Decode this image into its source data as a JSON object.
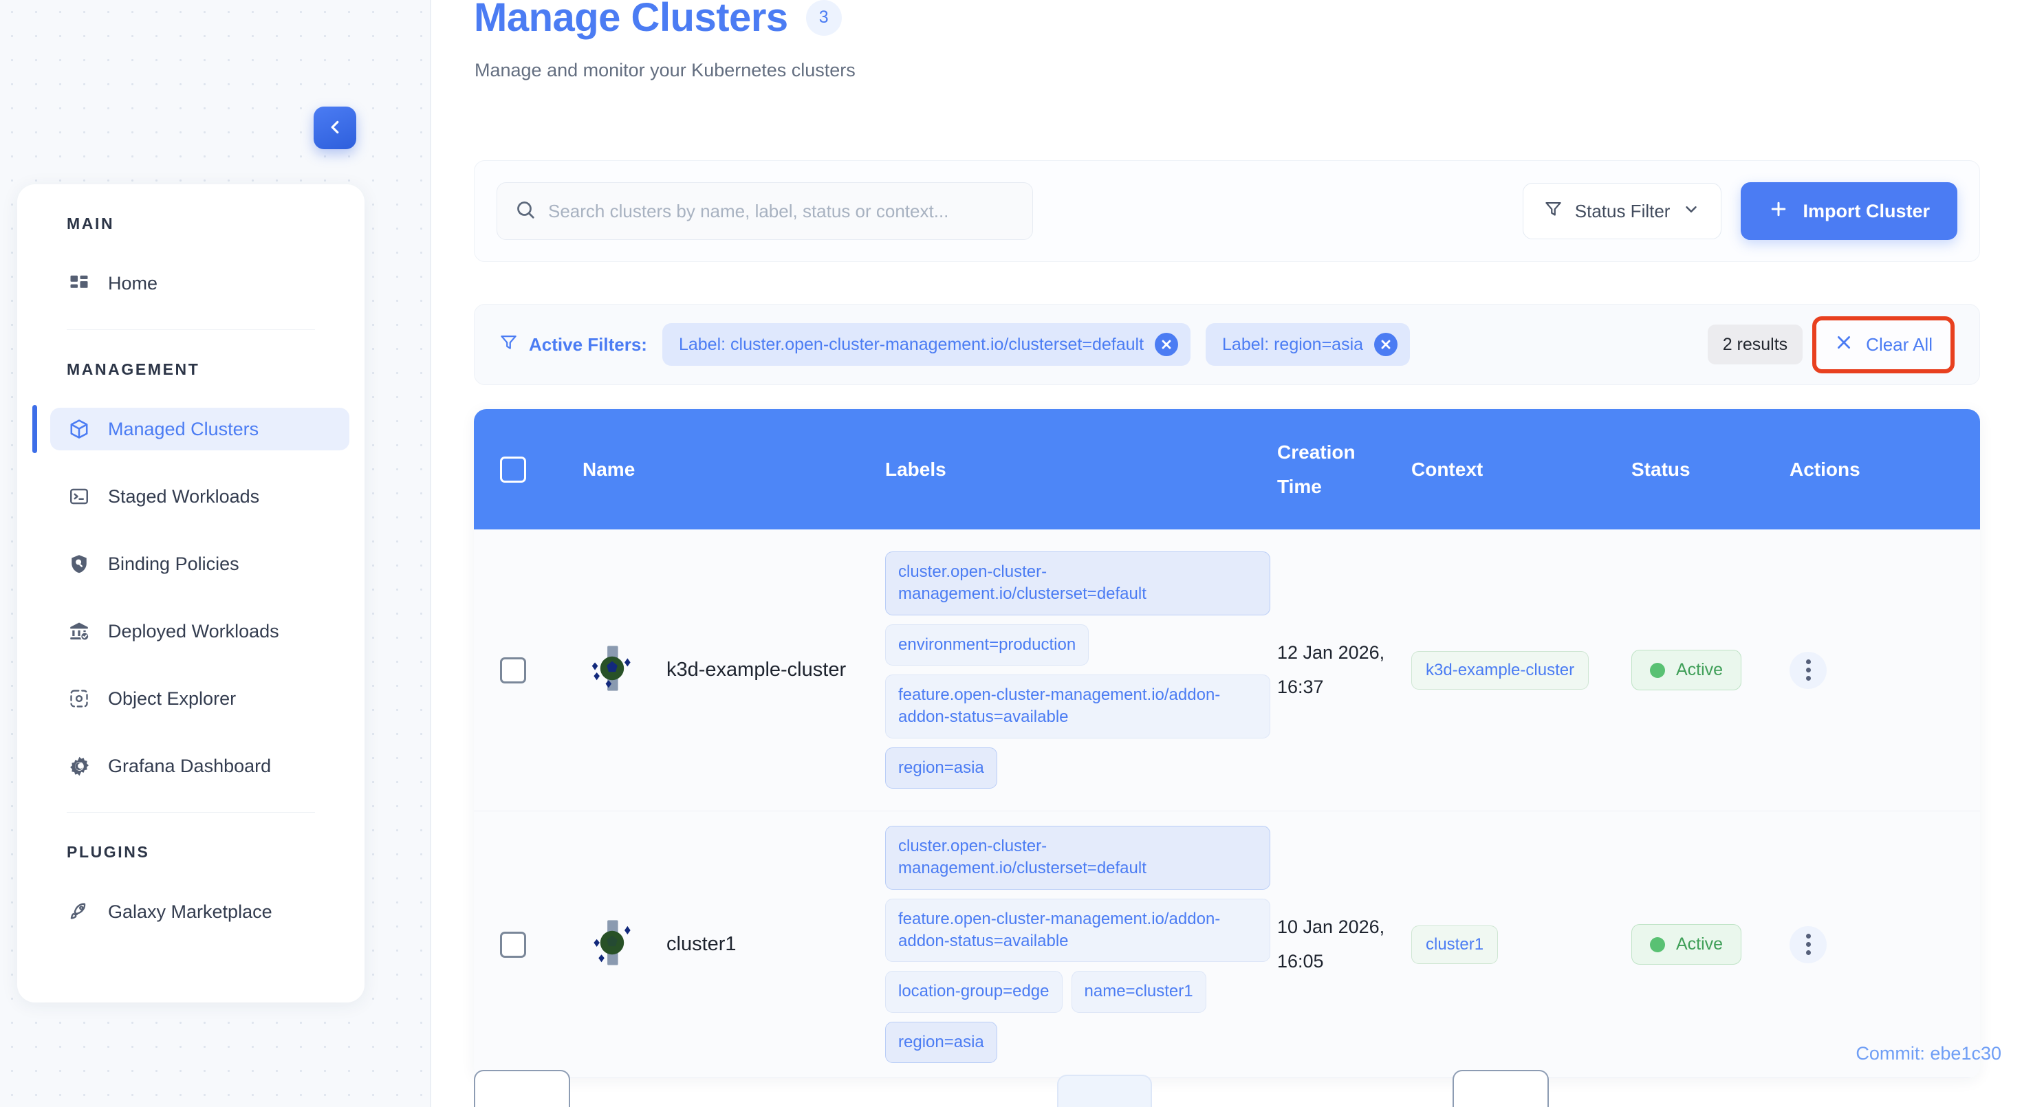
{
  "sidebar": {
    "collapse_icon": "chevron-left-icon",
    "sections": [
      {
        "title": "MAIN",
        "items": [
          {
            "label": "Home",
            "icon": "dashboard-icon",
            "active": false
          }
        ]
      },
      {
        "title": "MANAGEMENT",
        "items": [
          {
            "label": "Managed Clusters",
            "icon": "cube-icon",
            "active": true
          },
          {
            "label": "Staged Workloads",
            "icon": "terminal-icon",
            "active": false
          },
          {
            "label": "Binding Policies",
            "icon": "shield-search-icon",
            "active": false
          },
          {
            "label": "Deployed Workloads",
            "icon": "bank-check-icon",
            "active": false
          },
          {
            "label": "Object Explorer",
            "icon": "scan-object-icon",
            "active": false
          },
          {
            "label": "Grafana Dashboard",
            "icon": "grafana-icon",
            "active": false
          }
        ]
      },
      {
        "title": "PLUGINS",
        "items": [
          {
            "label": "Galaxy Marketplace",
            "icon": "rocket-icon",
            "active": false
          }
        ]
      }
    ]
  },
  "header": {
    "title": "Manage Clusters",
    "count": "3",
    "subtitle": "Manage and monitor your Kubernetes clusters"
  },
  "toolbar": {
    "search_placeholder": "Search clusters by name, label, status or context...",
    "search_value": "",
    "search_icon": "search-icon",
    "status_filter_label": "Status Filter",
    "filter_icon": "funnel-icon",
    "chevron_icon": "chevron-down-icon",
    "import_label": "Import Cluster",
    "plus_icon": "plus-icon"
  },
  "filters": {
    "label": "Active Filters:",
    "icon": "funnel-icon",
    "chips": [
      {
        "text": "Label: cluster.open-cluster-management.io/clusterset=default",
        "remove_icon": "close-circle-icon"
      },
      {
        "text": "Label: region=asia",
        "remove_icon": "close-circle-icon"
      }
    ],
    "results": "2 results",
    "clear_all": "Clear All",
    "clear_icon": "close-icon",
    "highlight_color": "#e8401f"
  },
  "table": {
    "columns": [
      "Name",
      "Labels",
      "Creation",
      "Time",
      "Context",
      "Status",
      "Actions"
    ],
    "headers": {
      "name": "Name",
      "labels": "Labels",
      "creation": "Creation",
      "time": "Time",
      "context": "Context",
      "status": "Status",
      "actions": "Actions"
    },
    "rows": [
      {
        "name": "k3d-example-cluster",
        "icon": "k3d-cluster-icon",
        "labels": [
          {
            "text": "cluster.open-cluster-management.io/clusterset=default",
            "style": "strong",
            "wide": true
          },
          {
            "text": "environment=production",
            "style": "soft",
            "wide": false
          },
          {
            "text": "feature.open-cluster-management.io/addon-addon-status=available",
            "style": "soft",
            "wide": true
          },
          {
            "text": "region=asia",
            "style": "strong",
            "wide": false
          }
        ],
        "creation_time": "12 Jan 2026, 16:37",
        "context": "k3d-example-cluster",
        "status": "Active",
        "actions_icon": "kebab-menu-icon"
      },
      {
        "name": "cluster1",
        "icon": "k3d-cluster-icon",
        "labels": [
          {
            "text": "cluster.open-cluster-management.io/clusterset=default",
            "style": "strong",
            "wide": true
          },
          {
            "text": "feature.open-cluster-management.io/addon-addon-status=available",
            "style": "soft",
            "wide": true
          },
          {
            "text": "location-group=edge",
            "style": "soft",
            "wide": false
          },
          {
            "text": "name=cluster1",
            "style": "soft",
            "wide": false
          },
          {
            "text": "region=asia",
            "style": "strong",
            "wide": false
          }
        ],
        "creation_time": "10 Jan 2026, 16:05",
        "context": "cluster1",
        "status": "Active",
        "actions_icon": "kebab-menu-icon"
      }
    ]
  },
  "footer": {
    "commit": "Commit: ebe1c30"
  },
  "colors": {
    "accent": "#4b7cf3",
    "header": "#4d86f7",
    "success": "#3f9f58",
    "highlight": "#e8401f"
  }
}
